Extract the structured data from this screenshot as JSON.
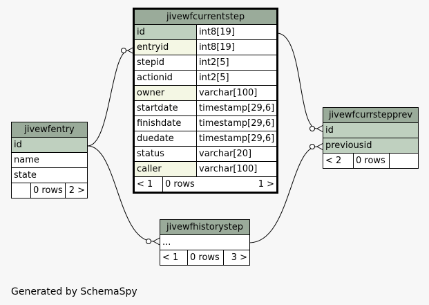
{
  "tables": {
    "current": {
      "name": "jivewfcurrentstep",
      "columns": [
        {
          "name": "id",
          "type": "int8[19]",
          "role": "pk"
        },
        {
          "name": "entryid",
          "type": "int8[19]",
          "role": "fk"
        },
        {
          "name": "stepid",
          "type": "int2[5]",
          "role": "plain"
        },
        {
          "name": "actionid",
          "type": "int2[5]",
          "role": "plain"
        },
        {
          "name": "owner",
          "type": "varchar[100]",
          "role": "fk"
        },
        {
          "name": "startdate",
          "type": "timestamp[29,6]",
          "role": "plain"
        },
        {
          "name": "finishdate",
          "type": "timestamp[29,6]",
          "role": "plain"
        },
        {
          "name": "duedate",
          "type": "timestamp[29,6]",
          "role": "plain"
        },
        {
          "name": "status",
          "type": "varchar[20]",
          "role": "plain"
        },
        {
          "name": "caller",
          "type": "varchar[100]",
          "role": "fk"
        }
      ],
      "footer": {
        "parents": "< 1",
        "rows": "0 rows",
        "children": "1 >"
      }
    },
    "entry": {
      "name": "jivewfentry",
      "columns": [
        {
          "name": "id",
          "role": "pk"
        },
        {
          "name": "name",
          "role": "plain"
        },
        {
          "name": "state",
          "role": "plain"
        }
      ],
      "footer": {
        "parents": "",
        "rows": "0 rows",
        "children": "2 >"
      }
    },
    "prev": {
      "name": "jivewfcurrstepprev",
      "columns": [
        {
          "name": "id",
          "role": "pk"
        },
        {
          "name": "previousid",
          "role": "pk"
        }
      ],
      "footer": {
        "parents": "< 2",
        "rows": "0 rows",
        "children": ""
      }
    },
    "history": {
      "name": "jivewfhistorystep",
      "columns": [
        {
          "name": "...",
          "role": "plain"
        }
      ],
      "footer": {
        "parents": "< 1",
        "rows": "0 rows",
        "children": "3 >"
      }
    }
  },
  "colors": {
    "header": "#9aab9a",
    "primary_key": "#bfd0bf",
    "foreign_key": "#f4f7e4",
    "background": "#f7f7f7"
  },
  "generated_by": "Generated by SchemaSpy"
}
